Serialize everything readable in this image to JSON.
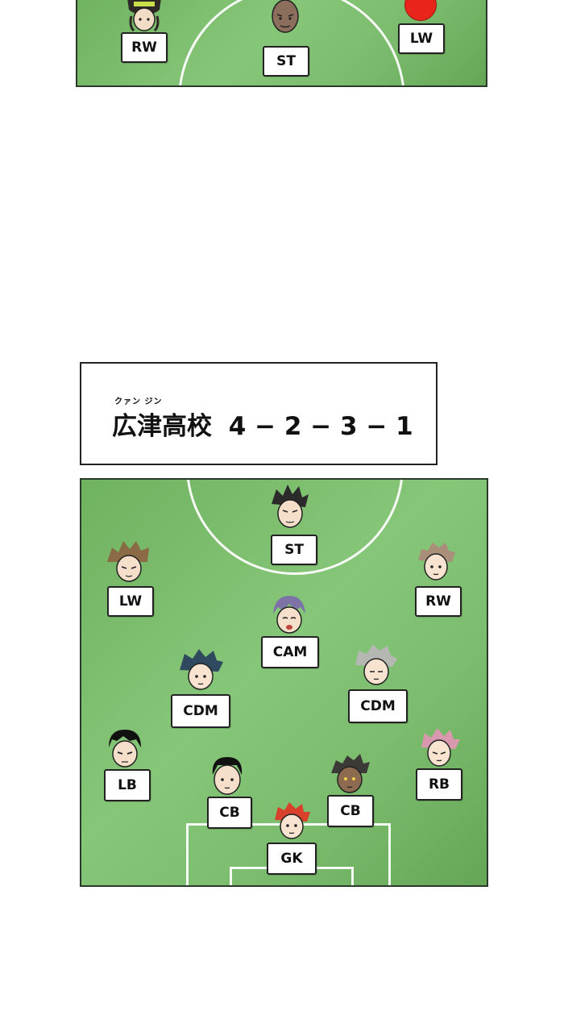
{
  "top_panel": {
    "labels": {
      "rw": "RW",
      "st": "ST",
      "lw": "LW"
    }
  },
  "title_panel": {
    "ruby": "クァン ジン",
    "team_name": "広津高校",
    "formation": "4 − 2 − 3 − 1"
  },
  "formation_panel": {
    "positions": {
      "st": "ST",
      "lw": "LW",
      "rw": "RW",
      "cam": "CAM",
      "cdm_left": "CDM",
      "cdm_right": "CDM",
      "lb": "LB",
      "rb": "RB",
      "cb_left": "CB",
      "cb_right": "CB",
      "gk": "GK"
    }
  },
  "colors": {
    "pitch_green": "#7cbc6e",
    "line_white": "#ffffff",
    "label_border": "#222222",
    "marker_red": "#e8241b"
  }
}
